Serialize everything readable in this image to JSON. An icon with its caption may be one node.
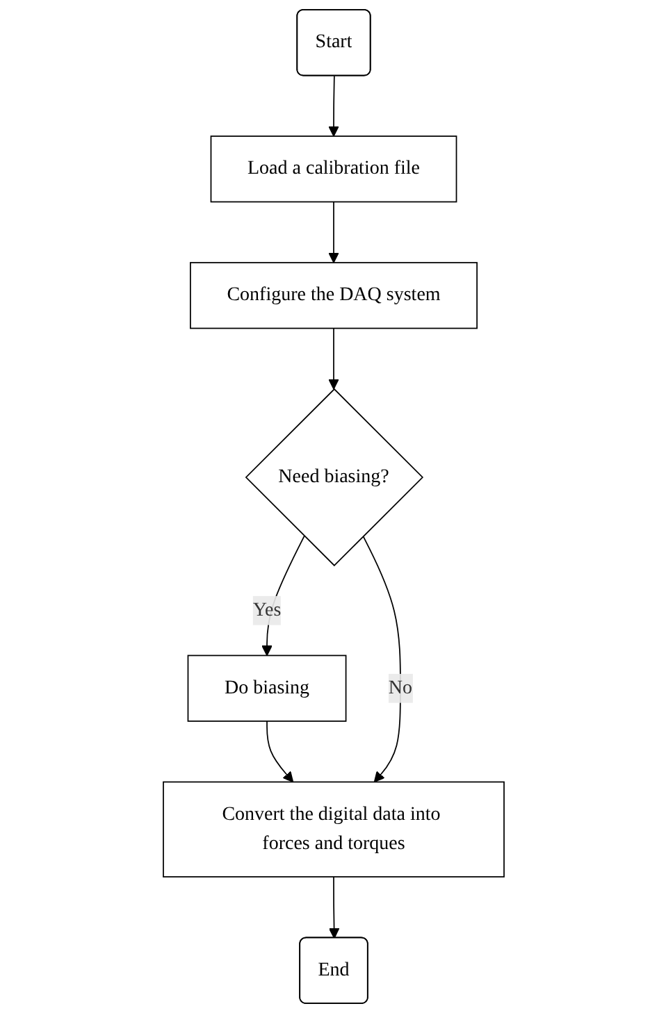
{
  "diagram": {
    "nodes": [
      {
        "text": [
          "Start"
        ]
      },
      {
        "text": [
          "Load a calibration file"
        ]
      },
      {
        "text": [
          "Configure the DAQ system"
        ]
      },
      {
        "text": [
          "Need biasing?"
        ]
      },
      {
        "text": [
          "Do biasing"
        ]
      },
      {
        "text": [
          "Convert the digital data into forces and torques"
        ]
      },
      {
        "text": [
          "End"
        ]
      }
    ],
    "edges": [
      {
        "from": 0,
        "to": 1,
        "arrow": "to"
      },
      {
        "from": 1,
        "to": 2,
        "arrow": "to"
      },
      {
        "from": 2,
        "to": 3,
        "arrow": "to"
      },
      {
        "from": 3,
        "to": 4,
        "arrow": "to",
        "label": "Yes"
      },
      {
        "from": 4,
        "to": 5,
        "arrow": "to"
      },
      {
        "from": 3,
        "to": 5,
        "arrow": "to",
        "label": "No"
      },
      {
        "from": 5,
        "to": 6,
        "arrow": "to"
      }
    ]
  }
}
